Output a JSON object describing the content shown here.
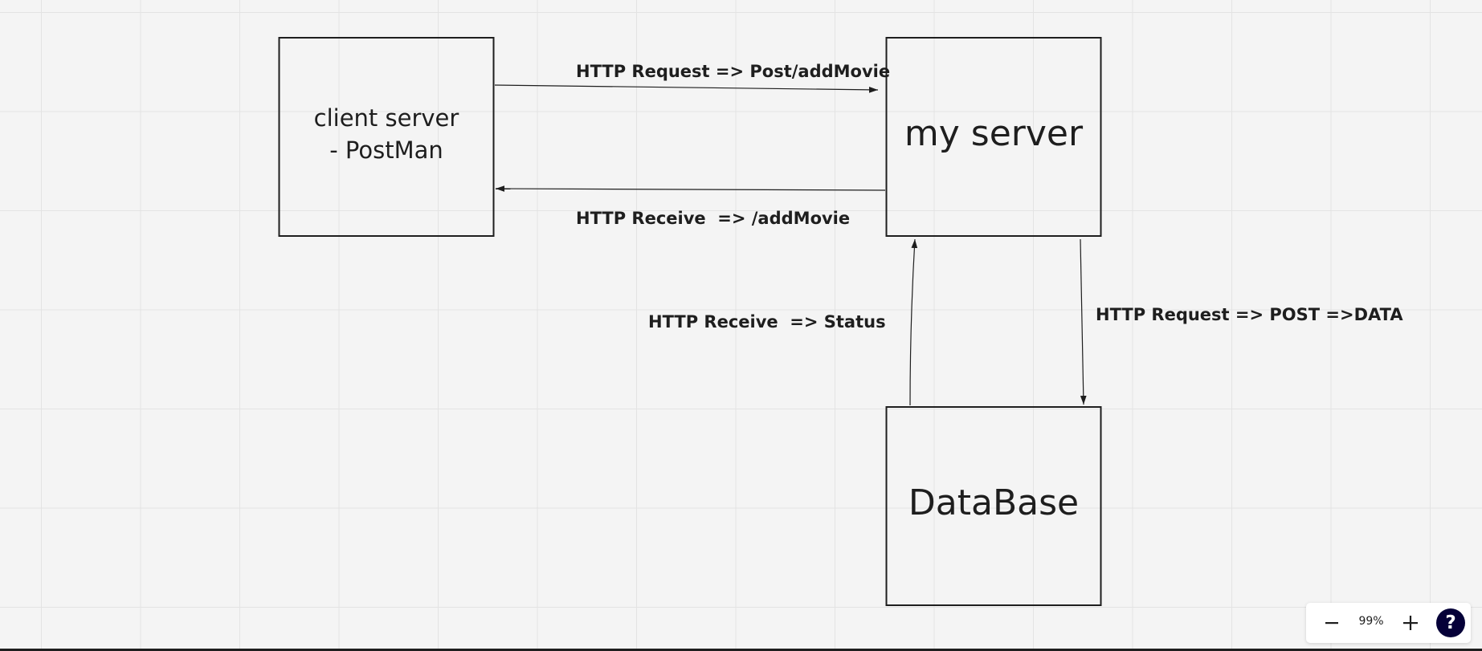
{
  "diagram": {
    "nodes": {
      "client": {
        "line1": "client server",
        "line2": "- PostMan"
      },
      "server": {
        "label": "my server"
      },
      "database": {
        "label": "DataBase"
      }
    },
    "edges": {
      "client_to_server": "HTTP Request => Post/addMovie",
      "server_to_client": "HTTP Receive  => /addMovie",
      "server_to_database": "HTTP Request => POST =>DATA",
      "database_to_server": "HTTP Receive  => Status"
    }
  },
  "toolbar": {
    "zoom_out_icon": "minus-icon",
    "zoom_level": "99%",
    "zoom_in_icon": "plus-icon",
    "help_label": "?"
  },
  "colors": {
    "canvas": "#f4f4f4",
    "grid": "#e3e3e3",
    "ink": "#1e1e1e",
    "help_button": "#050038"
  }
}
